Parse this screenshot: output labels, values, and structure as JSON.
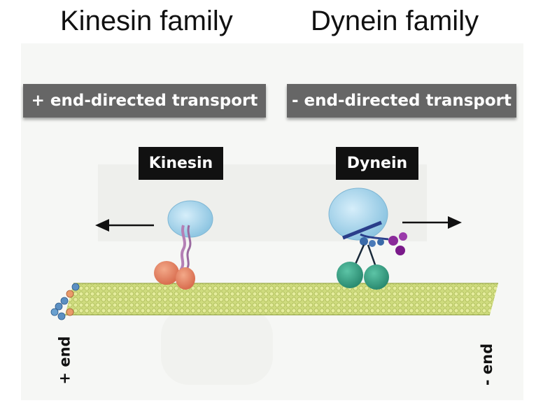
{
  "titles": {
    "left": "Kinesin family",
    "right": "Dynein family"
  },
  "banners": {
    "left": "+ end-directed transport",
    "right": "- end-directed transport"
  },
  "motors": {
    "kinesin": "Kinesin",
    "dynein": "Dynein"
  },
  "ends": {
    "plus": "+ end",
    "minus": "- end"
  },
  "colors": {
    "banner": "#666666",
    "label_box": "#111111",
    "cargo": "#a9d8ee",
    "kinesin_heads": "#e9876a",
    "kinesin_stalk": "#b47fb5",
    "dynein_heads": "#3aa68a",
    "dynein_light_chain": "#8a2a9a",
    "dynein_chain": "#2a3e8a",
    "microtubule": "#c9d87a"
  }
}
